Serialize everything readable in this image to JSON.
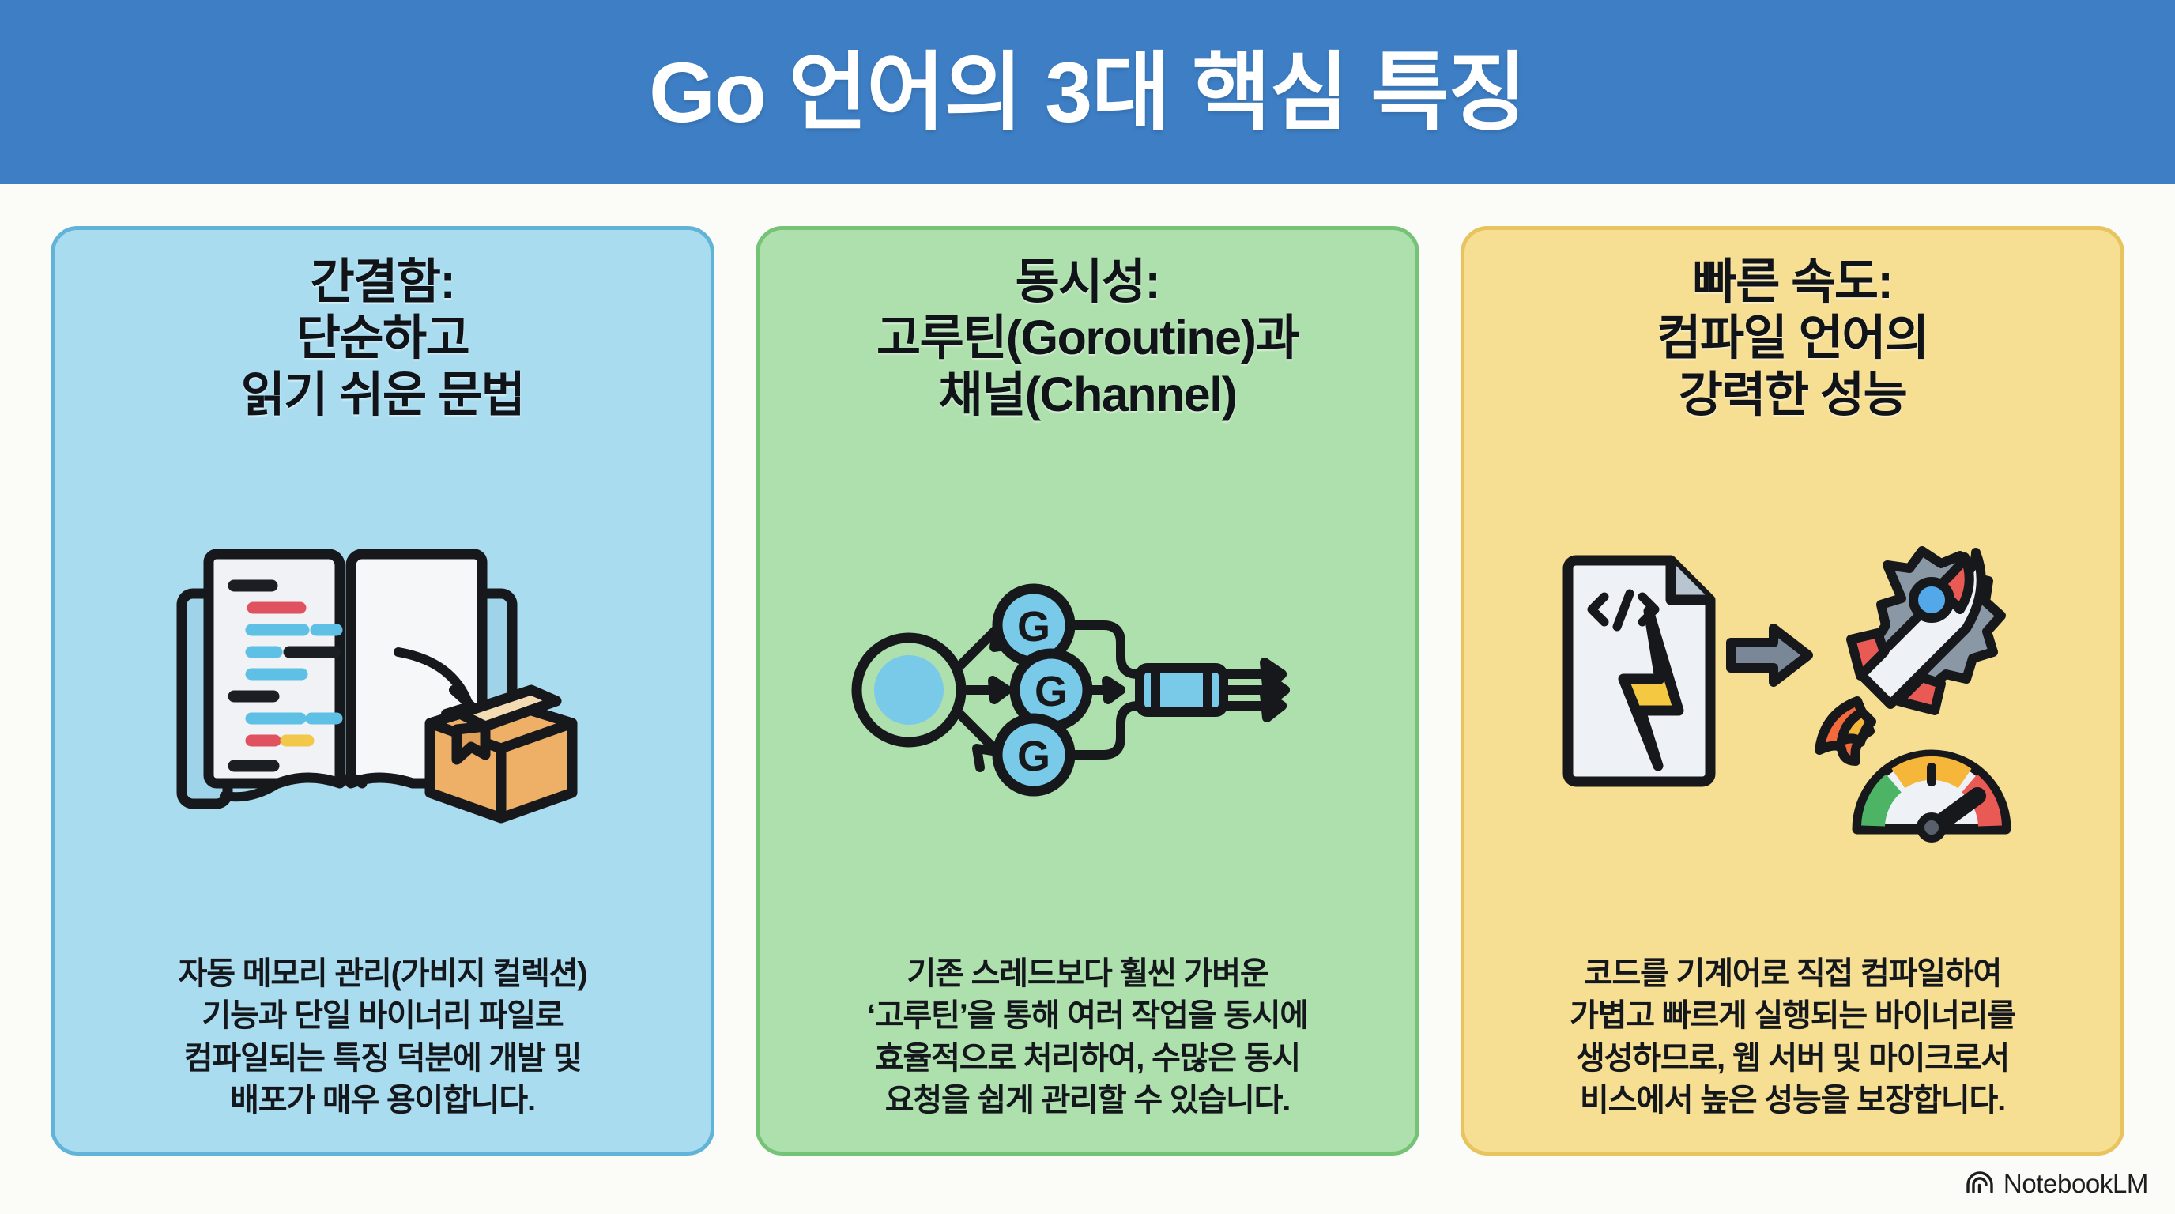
{
  "header": {
    "title": "Go 언어의 3대 핵심 특징",
    "background_color": "#3d7ec4",
    "text_color": "#ffffff"
  },
  "cards": [
    {
      "id": "simplicity",
      "heading": "간결함:\n단순하고\n읽기 쉬운 문법",
      "body": "자동 메모리 관리(가비지 컬렉션)\n기능과 단일 바이너리 파일로\n컴파일되는 특징 덕분에 개발 및\n배포가 매우 용이합니다.",
      "background_color": "#aadcf0",
      "border_color": "#61b4d8",
      "illustration": "open-book-and-package"
    },
    {
      "id": "concurrency",
      "heading": "동시성:\n고루틴(Goroutine)과\n채널(Channel)",
      "body": "기존 스레드보다 훨씬 가벼운\n‘고루틴’을 통해 여러 작업을 동시에\n효율적으로 처리하여, 수많은 동시\n요청을 쉽게 관리할 수 있습니다.",
      "background_color": "#aee0ad",
      "border_color": "#76c277",
      "illustration": "goroutine-channel-diagram",
      "diagram_labels": [
        "G",
        "G",
        "G"
      ]
    },
    {
      "id": "speed",
      "heading": "빠른 속도:\n컴파일 언어의\n강력한 성능",
      "body": "코드를 기계어로 직접 컴파일하여\n가볍고 빠르게 실행되는 바이너리를\n생성하므로, 웹 서버 및 마이크로서\n비스에서 높은 성능을 보장합니다.",
      "background_color": "#f6de92",
      "border_color": "#e8c45f",
      "illustration": "code-file-rocket-gauge",
      "code_glyph": "</>"
    }
  ],
  "watermark": {
    "text": "NotebookLM",
    "logo": "notebooklm-logo"
  }
}
